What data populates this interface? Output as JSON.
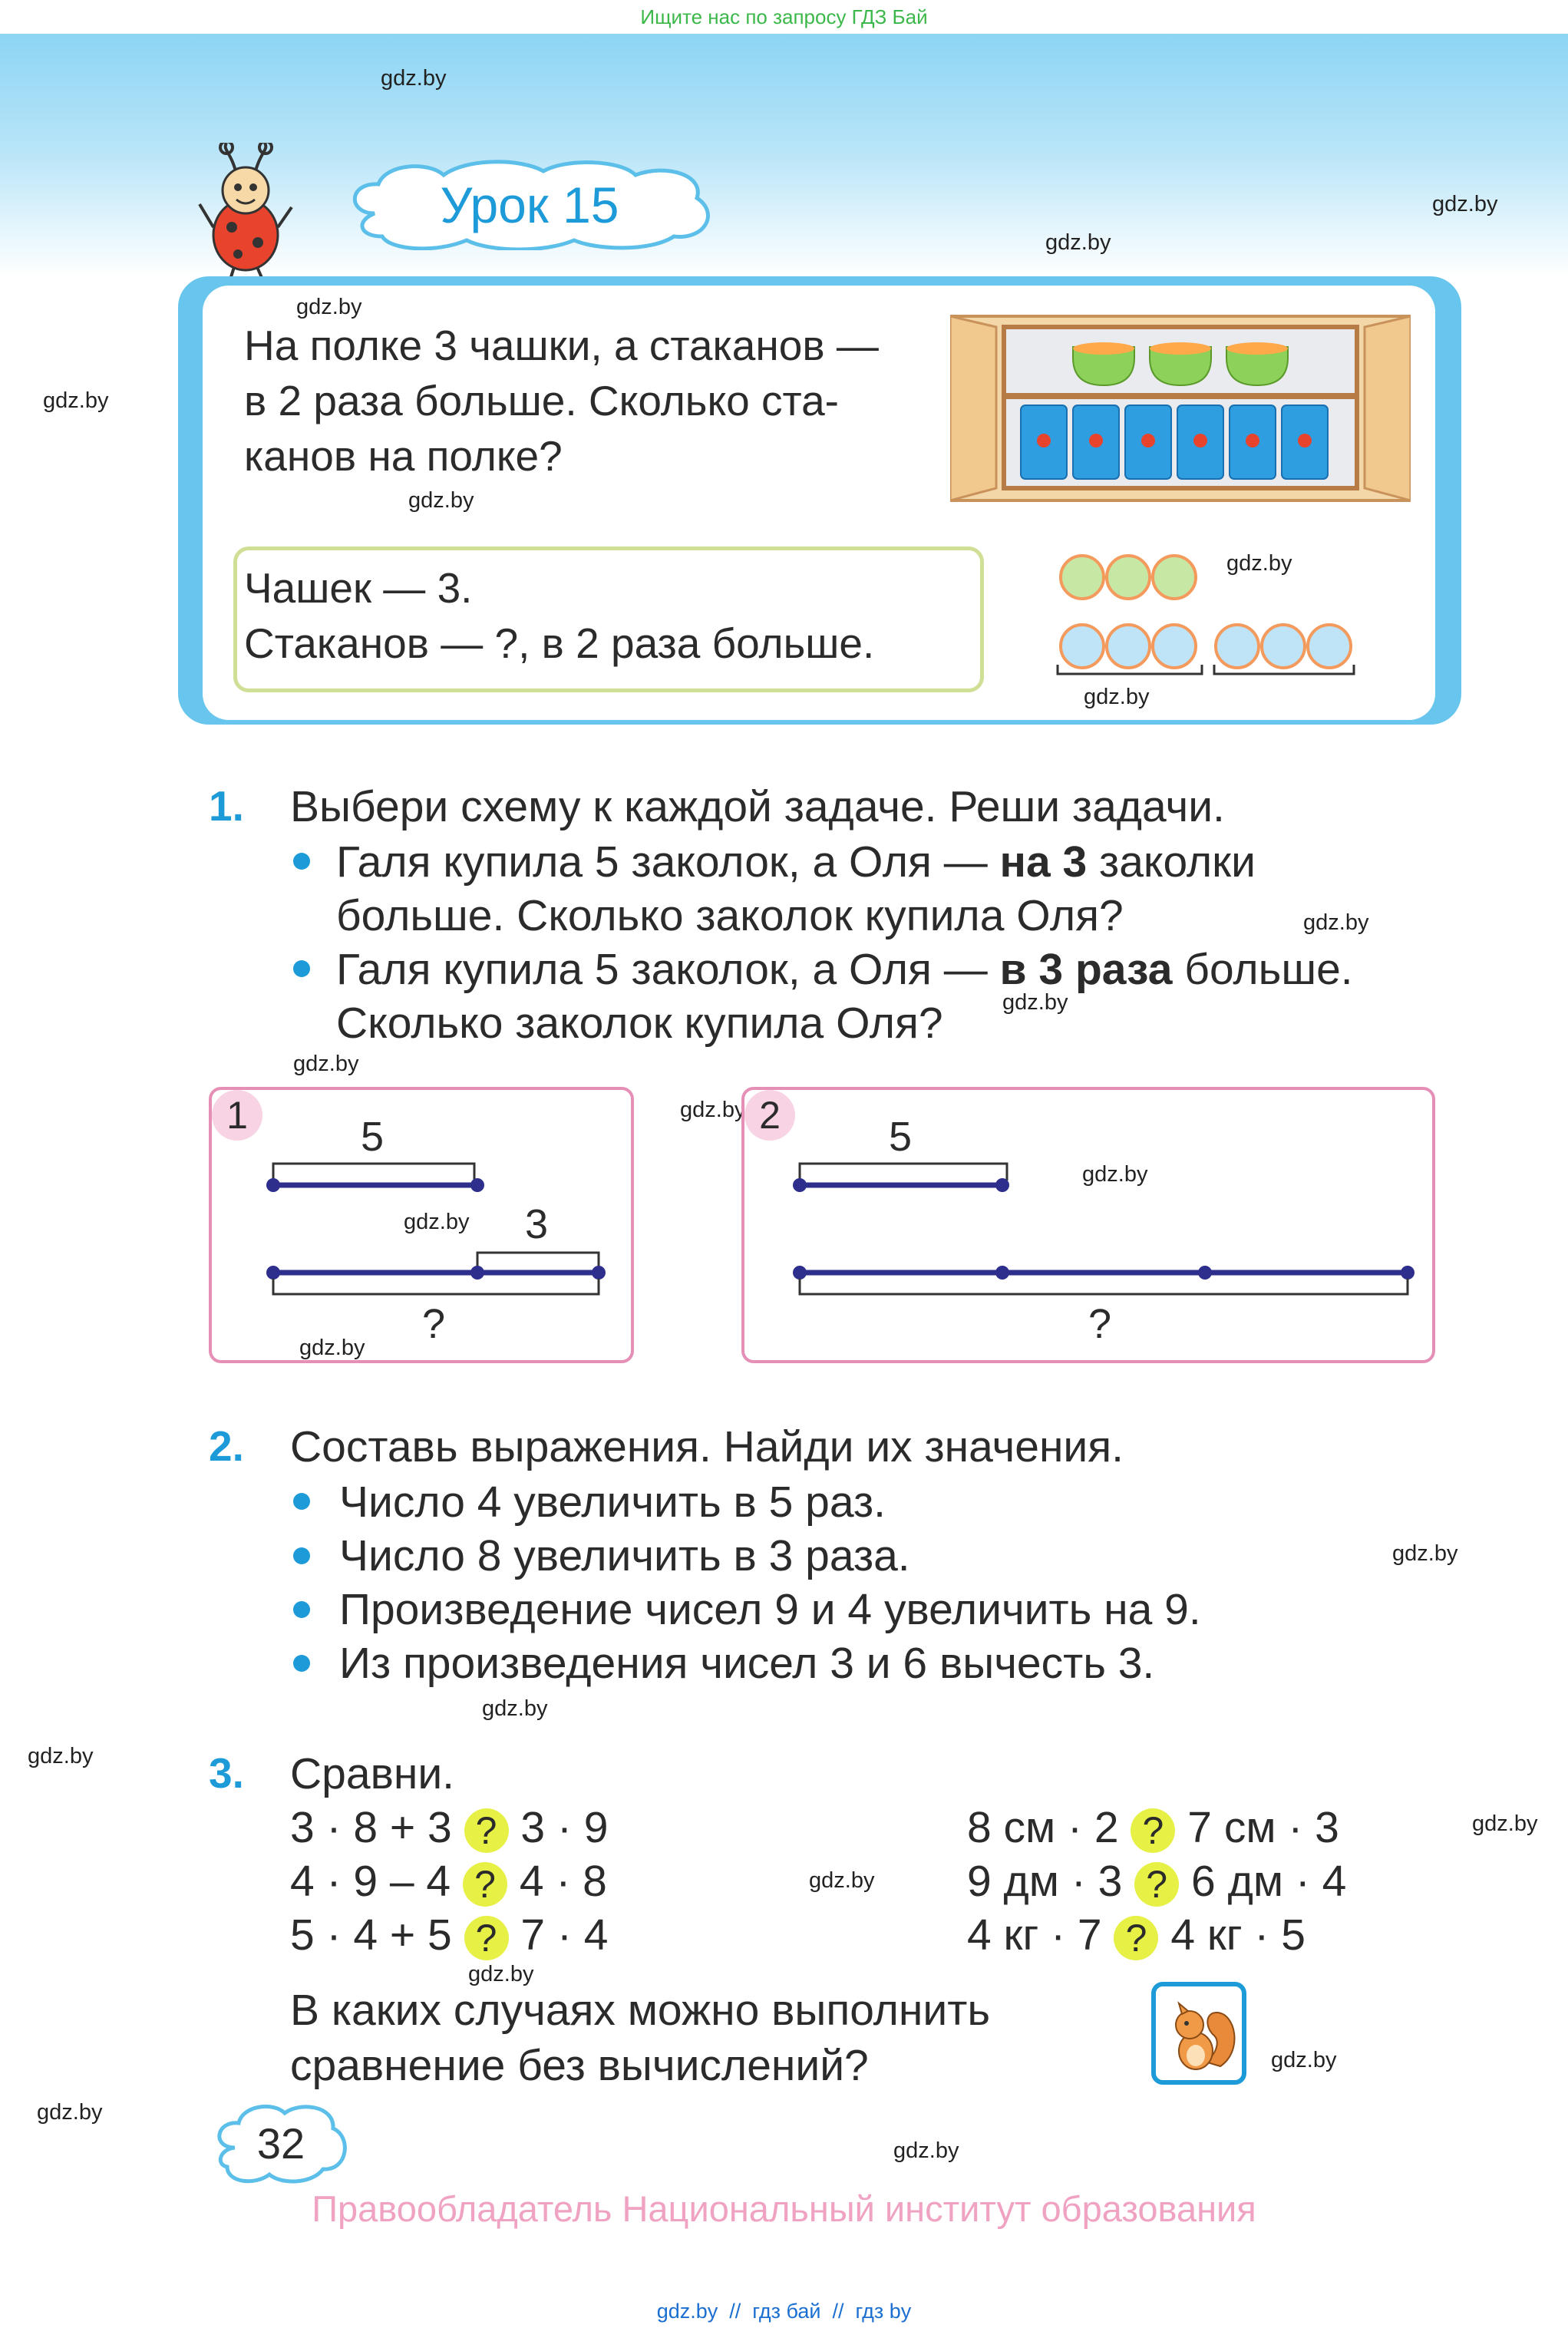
{
  "header": {
    "top_banner": "Ищите нас по запросу ГДЗ Бай",
    "lesson_title": "Урок 15"
  },
  "watermark": "gdz.by",
  "intro": {
    "problem": [
      "На полке 3 чашки, а стаканов —",
      "в 2 раза больше. Сколько ста-",
      "канов на полке?"
    ],
    "condition": [
      "Чашек — 3.",
      "Стаканов — ?, в 2 раза больше."
    ]
  },
  "task1": {
    "number": "1.",
    "title": "Выбери схему к каждой задаче. Реши задачи.",
    "b1_line1_a": "Галя купила 5 заколок, а Оля — ",
    "b1_line1_bold": "на 3",
    "b1_line1_b": " заколки",
    "b1_line2": "больше. Сколько заколок купила Оля?",
    "b2_line1_a": "Галя купила 5 заколок, а Оля — ",
    "b2_line1_bold": "в 3 раза",
    "b2_line1_b": " больше.",
    "b2_line2": "Сколько заколок купила Оля?",
    "scheme1": {
      "label": "1",
      "top": "5",
      "add": "3",
      "q": "?"
    },
    "scheme2": {
      "label": "2",
      "top": "5",
      "q": "?"
    }
  },
  "task2": {
    "number": "2.",
    "title": "Составь выражения. Найди их значения.",
    "items": [
      "Число 4 увеличить в 5 раз.",
      "Число 8 увеличить в 3 раза.",
      "Произведение чисел 9 и 4 увеличить на 9.",
      "Из произведения чисел 3 и 6 вычесть 3."
    ]
  },
  "task3": {
    "number": "3.",
    "title": "Сравни.",
    "left": [
      {
        "a": "3 · 8 + 3",
        "b": "3 · 9"
      },
      {
        "a": "4 · 9 – 4",
        "b": "4 · 8"
      },
      {
        "a": "5 · 4 + 5",
        "b": "7 · 4"
      }
    ],
    "right": [
      {
        "a": "8 см · 2",
        "b": "7 см · 3"
      },
      {
        "a": "9 дм · 3",
        "b": "6 дм · 4"
      },
      {
        "a": "4 кг · 7",
        "b": "4 кг · 5"
      }
    ],
    "question_mark": "?",
    "question": [
      "В каких случаях можно выполнить",
      "сравнение без вычислений?"
    ]
  },
  "page": {
    "number": "32",
    "copyright": "Правообладатель Национальный институт образования"
  },
  "footer": "gdz.by  //  гдз бай  //  гдз by"
}
